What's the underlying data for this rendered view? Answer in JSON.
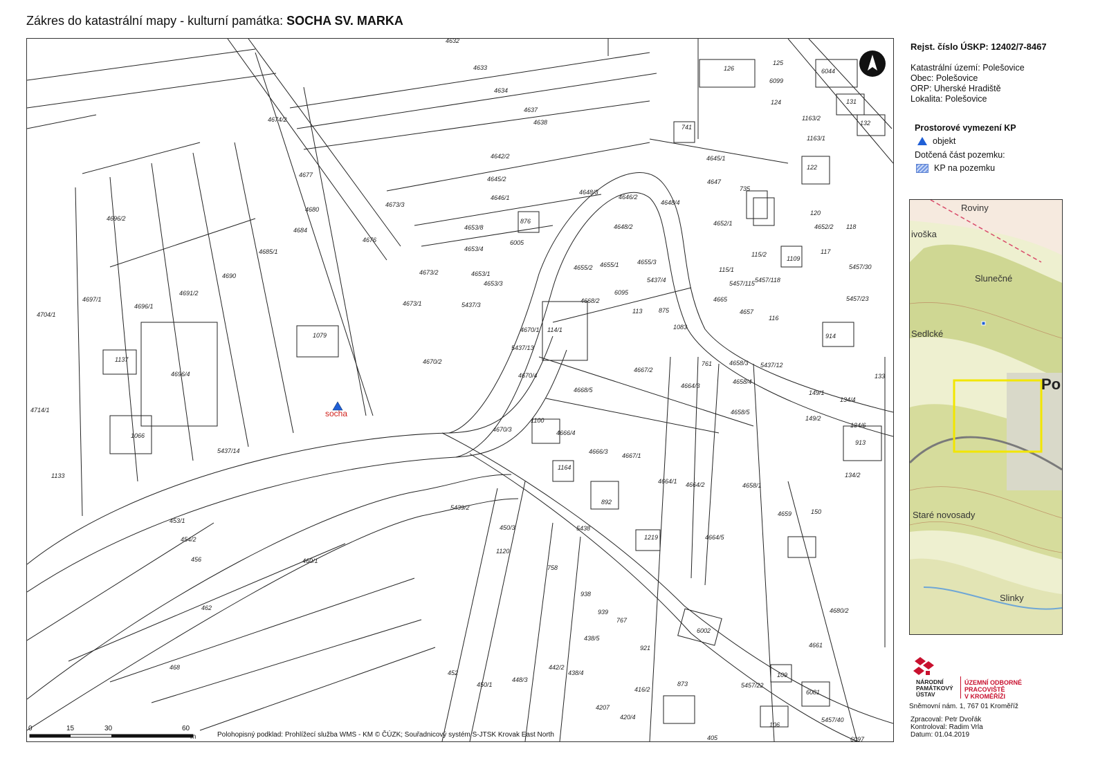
{
  "title": {
    "prefix": "Zákres do katastrální mapy - kulturní památka: ",
    "name": "SOCHA SV. MARKA"
  },
  "registration": "Rejst. číslo ÚSKP: 12402/7-8467",
  "info": [
    "Katastrální území: Polešovice",
    "Obec: Polešovice",
    "ORP:  Uherské Hradiště",
    "Lokalita: Polešovice"
  ],
  "legend": {
    "heading": "Prostorové vymezení KP",
    "object_label": "objekt",
    "affected_heading": "Dotčená část pozemku:",
    "hatch_label": "KP na pozemku",
    "colors": {
      "object": "#1f5fd6",
      "hatch": "#6f95e3",
      "marker_label": "#d0201a"
    }
  },
  "map": {
    "marker_label": "socha",
    "scale": {
      "ticks": [
        "0",
        "15",
        "30",
        "60"
      ],
      "unit": "m"
    },
    "credit": "Polohopisný podklad: Prohlížecí služba WMS - KM © ČÚZK;  Souřadnicový systém S-JTSK Krovak East North",
    "north_icon": "north-arrow-icon",
    "parcels": [
      "4632",
      "4633",
      "4634",
      "4637",
      "4638",
      "4642/2",
      "4645/2",
      "4646/1",
      "4653/8",
      "4653/4",
      "4653/1",
      "4653/3",
      "4674/2",
      "4677",
      "4680",
      "4684",
      "4685/1",
      "4690",
      "4691/2",
      "4696/1",
      "4697/1",
      "4704/1",
      "4696/2",
      "1137",
      "4696/4",
      "1079",
      "4676",
      "4673/3",
      "4673/2",
      "4673/1",
      "5437/3",
      "4670/2",
      "4670/1",
      "4670/4",
      "114/1",
      "4668/2",
      "4668/5",
      "4670/3",
      "1100",
      "4666/4",
      "4666/3",
      "1164",
      "4667/1",
      "4667/2",
      "892",
      "4664/1",
      "4664/2",
      "4664/3",
      "1219",
      "4664/5",
      "4658/1",
      "4658/3",
      "4658/4",
      "4658/5",
      "5437/12",
      "149/1",
      "149/2",
      "134/4",
      "134/6",
      "913",
      "134/2",
      "4659",
      "150",
      "4680/2",
      "4661",
      "6002",
      "109",
      "6081",
      "5457/22",
      "5457/40",
      "6097",
      "106",
      "405",
      "5437/4",
      "5437/14",
      "5438",
      "5439/2",
      "450/3",
      "1120",
      "758",
      "938",
      "939",
      "767",
      "438/5",
      "438/4",
      "442/2",
      "448/3",
      "450/1",
      "452",
      "921",
      "416/2",
      "873",
      "4207",
      "420/4",
      "453/1",
      "454/2",
      "456",
      "460/1",
      "462",
      "468",
      "1066",
      "4714/1",
      "1133",
      "5437/13",
      "4646/2",
      "4648/3",
      "4648/2",
      "4648/4",
      "4655/2",
      "4655/1",
      "4655/3",
      "876",
      "6005",
      "4652/1",
      "4647",
      "735",
      "741",
      "4645/1",
      "126",
      "125",
      "6099",
      "124",
      "1163/2",
      "1163/1",
      "122",
      "120",
      "118",
      "117",
      "115/2",
      "1109",
      "115/1",
      "5457/115",
      "5457/118",
      "4665",
      "4657",
      "116",
      "5457/30",
      "5457/23",
      "914",
      "6044",
      "131",
      "132",
      "6095",
      "113",
      "875",
      "1083",
      "761",
      "4652/2",
      "133"
    ]
  },
  "overview": {
    "labels": [
      "Roviny",
      "ivoška",
      "Slunečné",
      "Sedlcké",
      "Po",
      "Staré novosady",
      "Slinky"
    ]
  },
  "organization": {
    "npu": [
      "NÁRODNÍ",
      "PAMÁTKOVÝ",
      "ÚSTAV"
    ],
    "unit": [
      "ÚZEMNÍ ODBORNÉ PRACOVIŠTĚ",
      "V KROMĚŘÍŽI"
    ],
    "address": "Sněmovní nám. 1, 767 01 Kroměříž"
  },
  "footer": [
    "Zpracoval: Petr Dvořák",
    "Kontroloval: Radim Vrla",
    "Datum: 01.04.2019"
  ]
}
